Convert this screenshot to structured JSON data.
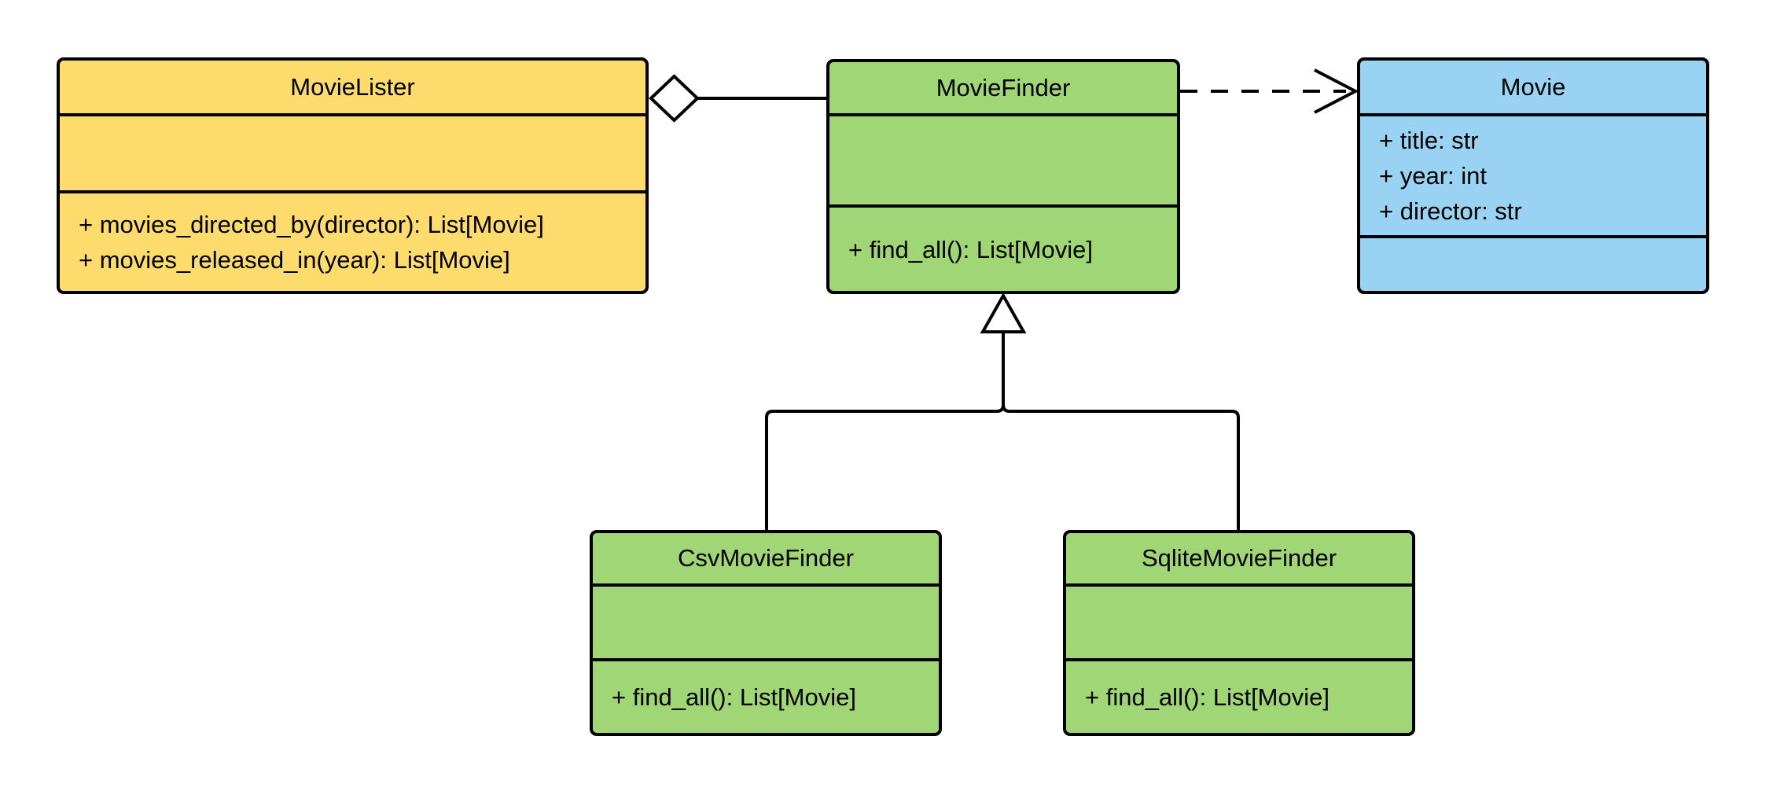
{
  "diagram": {
    "type": "uml-class-diagram",
    "background": "#FFFFFF",
    "stroke_color": "#000000",
    "text_color": "#000000"
  },
  "classes": {
    "movie_lister": {
      "name": "MovieLister",
      "fill": "#FDDB6D",
      "attributes": [],
      "methods": [
        "+ movies_directed_by(director): List[Movie]",
        "+ movies_released_in(year): List[Movie]"
      ]
    },
    "movie_finder": {
      "name": "MovieFinder",
      "fill": "#A0D675",
      "attributes": [],
      "methods": [
        "+ find_all(): List[Movie]"
      ]
    },
    "movie": {
      "name": "Movie",
      "fill": "#99D2F2",
      "attributes": [
        "+ title: str",
        "+ year: int",
        "+ director: str"
      ],
      "methods": []
    },
    "csv_movie_finder": {
      "name": "CsvMovieFinder",
      "fill": "#A0D675",
      "attributes": [],
      "methods": [
        "+ find_all(): List[Movie]"
      ]
    },
    "sqlite_movie_finder": {
      "name": "SqliteMovieFinder",
      "fill": "#A0D675",
      "attributes": [],
      "methods": [
        "+ find_all(): List[Movie]"
      ]
    }
  },
  "relationships": [
    {
      "type": "aggregation",
      "from": "MovieLister",
      "to": "MovieFinder",
      "marker": "hollow-diamond",
      "line": "solid"
    },
    {
      "type": "dependency",
      "from": "MovieFinder",
      "to": "Movie",
      "marker": "open-arrow",
      "line": "dashed"
    },
    {
      "type": "generalization",
      "from": "CsvMovieFinder",
      "to": "MovieFinder",
      "marker": "hollow-triangle",
      "line": "solid"
    },
    {
      "type": "generalization",
      "from": "SqliteMovieFinder",
      "to": "MovieFinder",
      "marker": "hollow-triangle",
      "line": "solid"
    }
  ]
}
